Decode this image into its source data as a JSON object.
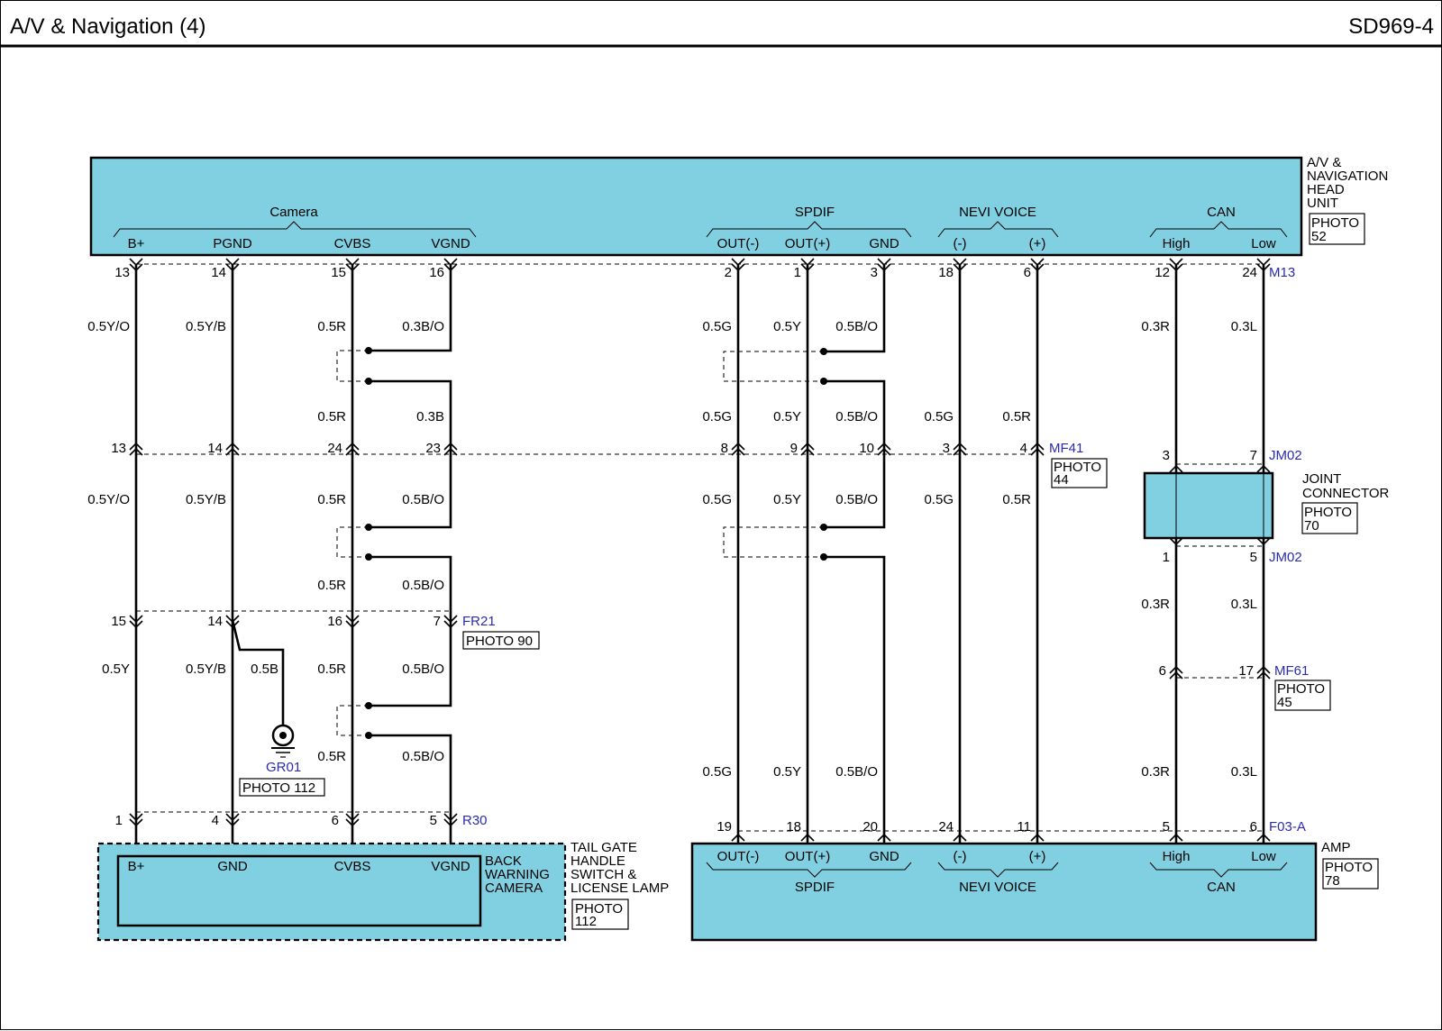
{
  "header": {
    "title": "A/V & Navigation (4)",
    "code": "SD969-4"
  },
  "head_unit": {
    "name_lines": [
      "A/V &",
      "NAVIGATION",
      "HEAD",
      "UNIT"
    ],
    "photo": [
      "PHOTO",
      "52"
    ],
    "connector": "M13",
    "groups": [
      "Camera",
      "SPDIF",
      "NEVI VOICE",
      "CAN"
    ],
    "pins": [
      "B+",
      "PGND",
      "CVBS",
      "VGND",
      "OUT(-)",
      "OUT(+)",
      "GND",
      "(-)",
      "(+)",
      "High",
      "Low"
    ]
  },
  "connectors": {
    "mf41": "MF41",
    "mf41_photo": [
      "PHOTO",
      "44"
    ],
    "fr21": "FR21",
    "fr21_photo": "PHOTO 90",
    "r30": "R30",
    "gr01": "GR01",
    "gr01_photo": "PHOTO 112",
    "jm02_top": "JM02",
    "jm02_bot": "JM02",
    "mf61": "MF61",
    "mf61_photo": [
      "PHOTO",
      "45"
    ],
    "f03a": "F03-A"
  },
  "joint_connector": {
    "name_lines": [
      "JOINT",
      "CONNECTOR"
    ],
    "photo": [
      "PHOTO",
      "70"
    ]
  },
  "camera": {
    "name_lines": [
      "BACK",
      "WARNING",
      "CAMERA"
    ],
    "pins": [
      "B+",
      "GND",
      "CVBS",
      "VGND"
    ],
    "housing_lines": [
      "TAIL GATE",
      "HANDLE",
      "SWITCH &",
      "LICENSE LAMP"
    ],
    "photo": [
      "PHOTO",
      "112"
    ]
  },
  "amp": {
    "name": "AMP",
    "photo": [
      "PHOTO",
      "78"
    ],
    "pins": [
      "OUT(-)",
      "OUT(+)",
      "GND",
      "(-)",
      "(+)",
      "High",
      "Low"
    ],
    "groups": [
      "SPDIF",
      "NEVI VOICE",
      "CAN"
    ]
  },
  "pin_numbers": {
    "m13": [
      "13",
      "14",
      "15",
      "16",
      "2",
      "1",
      "3",
      "18",
      "6",
      "12",
      "24"
    ],
    "mf41": [
      "13",
      "14",
      "24",
      "23",
      "8",
      "9",
      "10",
      "3",
      "4"
    ],
    "fr21": [
      "15",
      "14",
      "16",
      "7"
    ],
    "r30": [
      "1",
      "4",
      "6",
      "5"
    ],
    "f03a": [
      "19",
      "18",
      "20",
      "24",
      "11",
      "5",
      "6"
    ],
    "jm02_top": [
      "3",
      "7"
    ],
    "jm02_bot": [
      "1",
      "5"
    ],
    "mf61": [
      "6",
      "17"
    ]
  },
  "wire_colors": {
    "row1": [
      "0.5Y/O",
      "0.5Y/B",
      "0.5R",
      "0.3B/O",
      "0.5G",
      "0.5Y",
      "0.5B/O",
      "0.3R",
      "0.3L"
    ],
    "row2": [
      "0.5R",
      "0.3B",
      "0.5G",
      "0.5Y",
      "0.5B/O",
      "0.5G",
      "0.5R"
    ],
    "row3": [
      "0.5Y/O",
      "0.5Y/B",
      "0.5R",
      "0.5B/O",
      "0.5G",
      "0.5Y",
      "0.5B/O",
      "0.5G",
      "0.5R"
    ],
    "row4": [
      "0.5R",
      "0.5B/O"
    ],
    "row5": [
      "0.3R",
      "0.3L"
    ],
    "row6": [
      "0.5Y",
      "0.5Y/B",
      "0.5B",
      "0.5R",
      "0.5B/O"
    ],
    "row7": [
      "0.5R",
      "0.5B/O"
    ],
    "row8": [
      "0.5G",
      "0.5Y",
      "0.5B/O",
      "0.3R",
      "0.3L"
    ]
  }
}
